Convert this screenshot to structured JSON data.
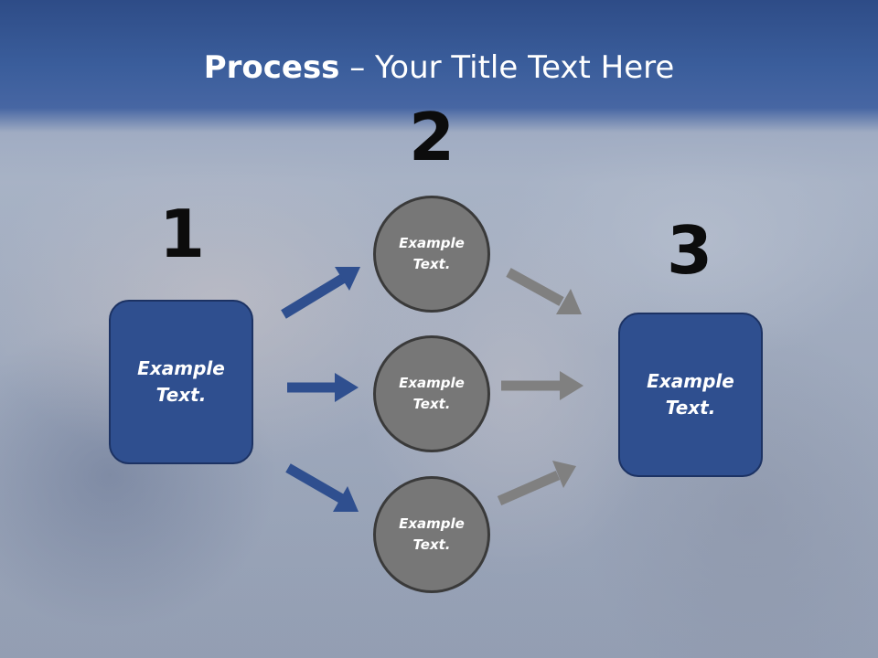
{
  "title": {
    "bold": "Process",
    "rest": " – Your Title Text Here"
  },
  "numbers": [
    "1",
    "2",
    "3"
  ],
  "left_box": {
    "label": "Example\nText."
  },
  "circles": [
    {
      "label": "Example\nText."
    },
    {
      "label": "Example\nText."
    },
    {
      "label": "Example\nText."
    }
  ],
  "right_box": {
    "label": "Example\nText."
  },
  "colors": {
    "box_fill": "#2f4f8f",
    "circle_fill": "#777777",
    "arrow_blue": "#2f4f8f",
    "arrow_gray": "#808080",
    "title_band": "#3a5d9b"
  }
}
